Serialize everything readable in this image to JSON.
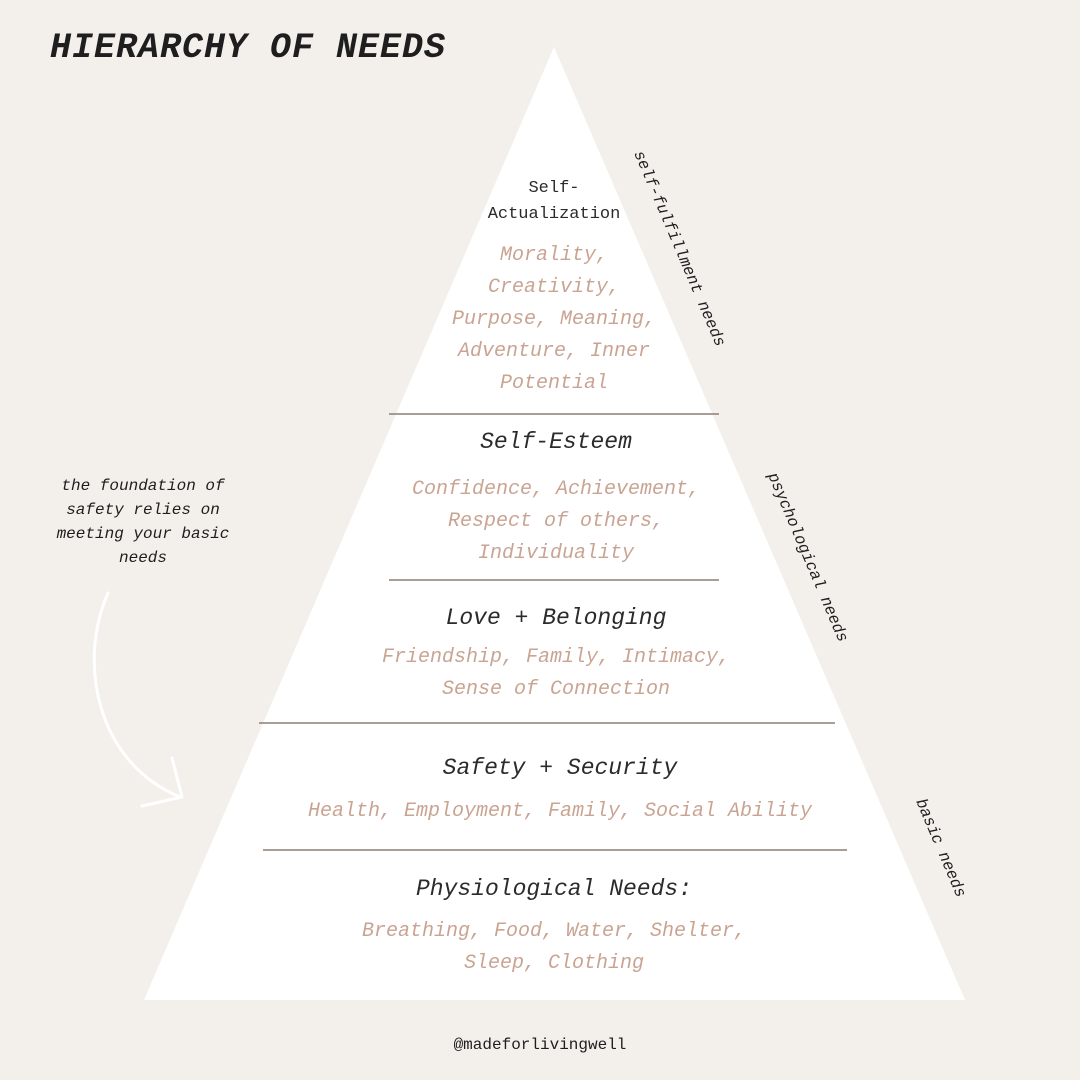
{
  "title": "HIERARCHY OF NEEDS",
  "levels": [
    {
      "title_lines": [
        "Self-",
        "Actualization"
      ],
      "items_lines": [
        "Morality,",
        "Creativity,",
        "Purpose, Meaning,",
        "Adventure, Inner",
        "Potential"
      ]
    },
    {
      "title": "Self-Esteem",
      "items_lines": [
        "Confidence, Achievement,",
        "Respect of others,",
        "Individuality"
      ]
    },
    {
      "title": "Love + Belonging",
      "items_lines": [
        "Friendship, Family, Intimacy,",
        "Sense of Connection"
      ]
    },
    {
      "title": "Safety + Security",
      "items": "Health, Employment, Family, Social Ability"
    },
    {
      "title": "Physiological Needs:",
      "items_lines": [
        "Breathing, Food, Water, Shelter,",
        "Sleep, Clothing"
      ]
    }
  ],
  "side_labels": {
    "self_fulfillment": "self-fulfillment needs",
    "psychological": "psychological needs",
    "basic": "basic needs"
  },
  "note_lines": [
    "the foundation of",
    "safety relies on",
    "meeting your basic",
    "needs"
  ],
  "footer": "@madeforlivingwell",
  "colors": {
    "background": "#f3f0ec",
    "pyramid": "#ffffff",
    "divider": "#8c7f73",
    "title_text": "#2b2b2b",
    "item_text": "#c9a493"
  }
}
